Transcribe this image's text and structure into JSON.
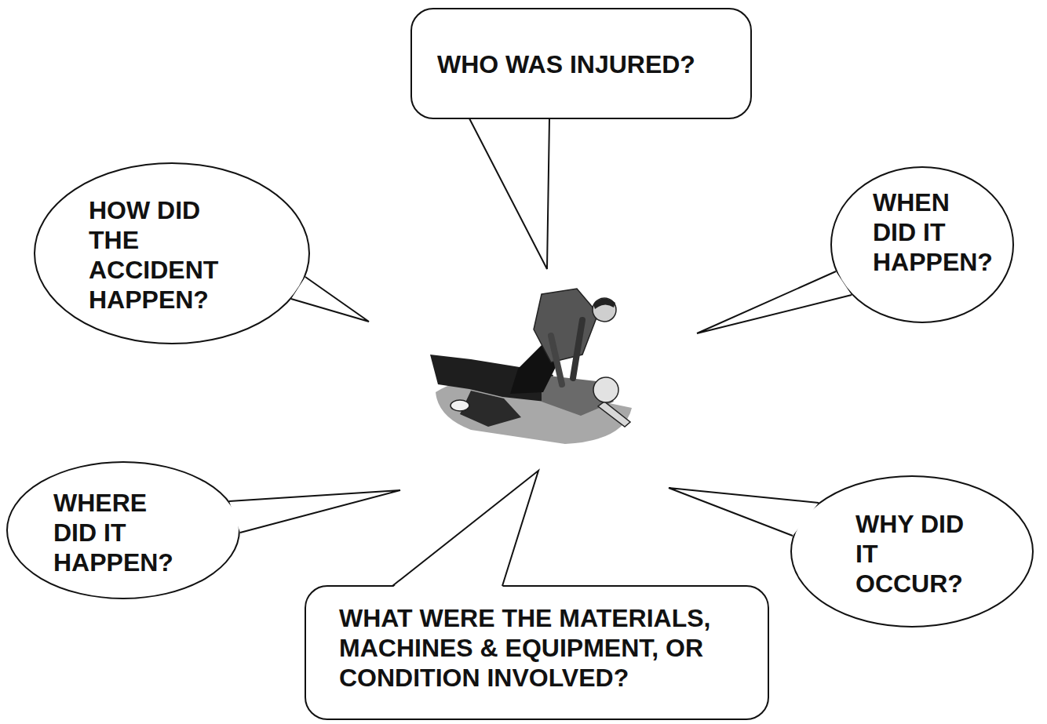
{
  "diagram": {
    "nodes": [
      {
        "text": [
          "WHO WAS INJURED?"
        ]
      },
      {
        "text": [
          "HOW DID THE ACCIDENT HAPPEN?"
        ]
      },
      {
        "text": [
          "WHEN DID IT HAPPEN?"
        ]
      },
      {
        "text": [
          "WHERE DID IT HAPPEN?"
        ]
      },
      {
        "text": [
          "WHY DID IT OCCUR?"
        ]
      },
      {
        "text": [
          "WHAT WERE THE MATERIALS, MACHINES & EQUIPMENT, OR CONDITION INVOLVED?"
        ]
      }
    ]
  }
}
